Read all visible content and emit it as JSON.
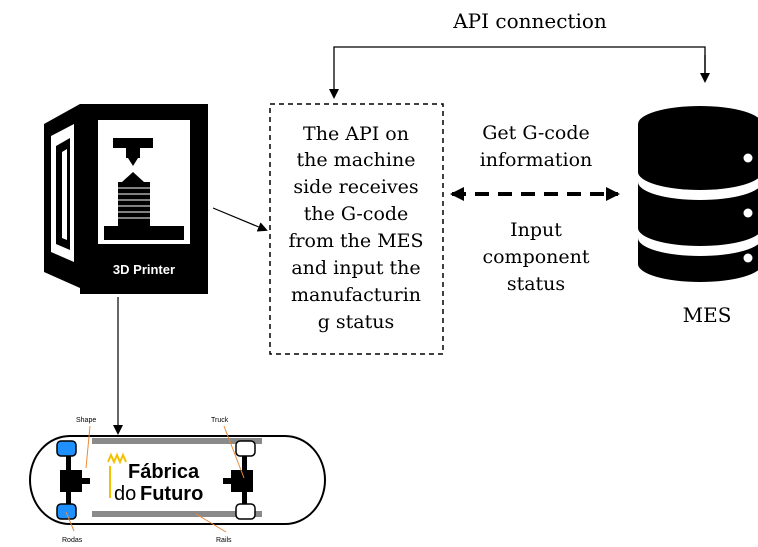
{
  "api_connection_label": "API connection",
  "api_box_lines": [
    "The API on",
    "the machine",
    "side receives",
    "the G-code",
    "from the MES",
    "and input the",
    "manufacturin",
    "g status"
  ],
  "get_gcode_lines": [
    "Get G-code",
    "information"
  ],
  "input_status_lines": [
    "Input",
    "component",
    "status"
  ],
  "mes_label": "MES",
  "printer_label": "3D Printer",
  "skateboard": {
    "shape_label": "Shape",
    "truck_label": "Truck",
    "rodas_label": "Rodas",
    "rails_label": "Rails",
    "logo_line1": "Fábrica",
    "logo_line2_a": "do",
    "logo_line2_b": "Futuro"
  },
  "colors": {
    "wheel_blue": "#1e90ff",
    "logo_yellow": "#f2c200",
    "annotation_orange": "#e8893a",
    "rail_gray": "#8a8a8a"
  }
}
